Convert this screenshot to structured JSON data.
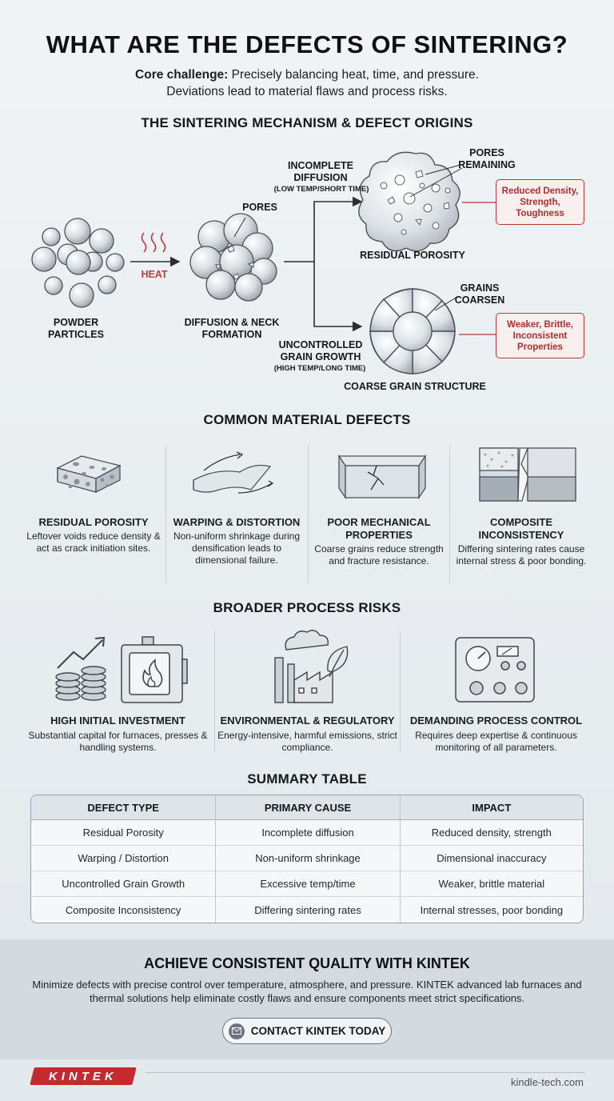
{
  "header": {
    "title": "WHAT ARE THE DEFECTS OF SINTERING?",
    "core_label": "Core challenge:",
    "core_text": " Precisely balancing heat, time, and pressure.",
    "subtitle_line2": "Deviations lead to material flaws and process risks."
  },
  "mechanism": {
    "heading": "THE SINTERING MECHANISM & DEFECT ORIGINS",
    "powder_label": "POWDER PARTICLES",
    "heat_label": "HEAT",
    "pores_label": "PORES",
    "diffusion_label": "DIFFUSION & NECK FORMATION",
    "incomplete_label": "INCOMPLETE DIFFUSION",
    "incomplete_sub": "(LOW TEMP/SHORT TIME)",
    "uncontrolled_label": "UNCONTROLLED GRAIN GROWTH",
    "uncontrolled_sub": "(HIGH TEMP/LONG TIME)",
    "pores_remaining_label": "PORES REMAINING",
    "residual_porosity_label": "RESIDUAL POROSITY",
    "grains_coarsen_label": "GRAINS COARSEN",
    "coarse_structure_label": "COARSE GRAIN STRUCTURE",
    "result_top": "Reduced Density, Strength, Toughness",
    "result_bottom": "Weaker, Brittle, Inconsistent Properties"
  },
  "defects": {
    "heading": "COMMON MATERIAL DEFECTS",
    "items": [
      {
        "title": "RESIDUAL POROSITY",
        "desc": "Leftover voids reduce density & act as crack initiation sites."
      },
      {
        "title": "WARPING & DISTORTION",
        "desc": "Non-uniform shrinkage during densification leads to dimensional failure."
      },
      {
        "title": "POOR MECHANICAL PROPERTIES",
        "desc": "Coarse grains reduce strength and fracture resistance."
      },
      {
        "title": "COMPOSITE INCONSISTENCY",
        "desc": "Differing sintering rates cause internal stress & poor bonding."
      }
    ]
  },
  "risks": {
    "heading": "BROADER PROCESS RISKS",
    "items": [
      {
        "title": "HIGH INITIAL INVESTMENT",
        "desc": "Substantial capital for furnaces, presses & handling systems."
      },
      {
        "title": "ENVIRONMENTAL & REGULATORY",
        "desc": "Energy-intensive, harmful emissions, strict compliance."
      },
      {
        "title": "DEMANDING PROCESS CONTROL",
        "desc": "Requires deep expertise & continuous monitoring of all parameters."
      }
    ]
  },
  "summary": {
    "heading": "SUMMARY TABLE",
    "columns": [
      "DEFECT TYPE",
      "PRIMARY CAUSE",
      "IMPACT"
    ],
    "rows": [
      [
        "Residual Porosity",
        "Incomplete diffusion",
        "Reduced density, strength"
      ],
      [
        "Warping / Distortion",
        "Non-uniform shrinkage",
        "Dimensional inaccuracy"
      ],
      [
        "Uncontrolled Grain Growth",
        "Excessive temp/time",
        "Weaker, brittle material"
      ],
      [
        "Composite Inconsistency",
        "Differing sintering rates",
        "Internal stresses, poor bonding"
      ]
    ]
  },
  "cta": {
    "heading": "ACHIEVE CONSISTENT QUALITY WITH KINTEK",
    "text": "Minimize defects with precise control over temperature, atmosphere, and pressure. KINTEK advanced lab furnaces and thermal solutions help eliminate costly flaws and ensure components meet strict specifications.",
    "button_label": "CONTACT KINTEK TODAY",
    "button_icon": "mail-icon"
  },
  "footer": {
    "logo_text": "KINTEK",
    "site": "kindle-tech.com"
  },
  "colors": {
    "accent_red": "#b8383a",
    "text_dark": "#15181b"
  }
}
